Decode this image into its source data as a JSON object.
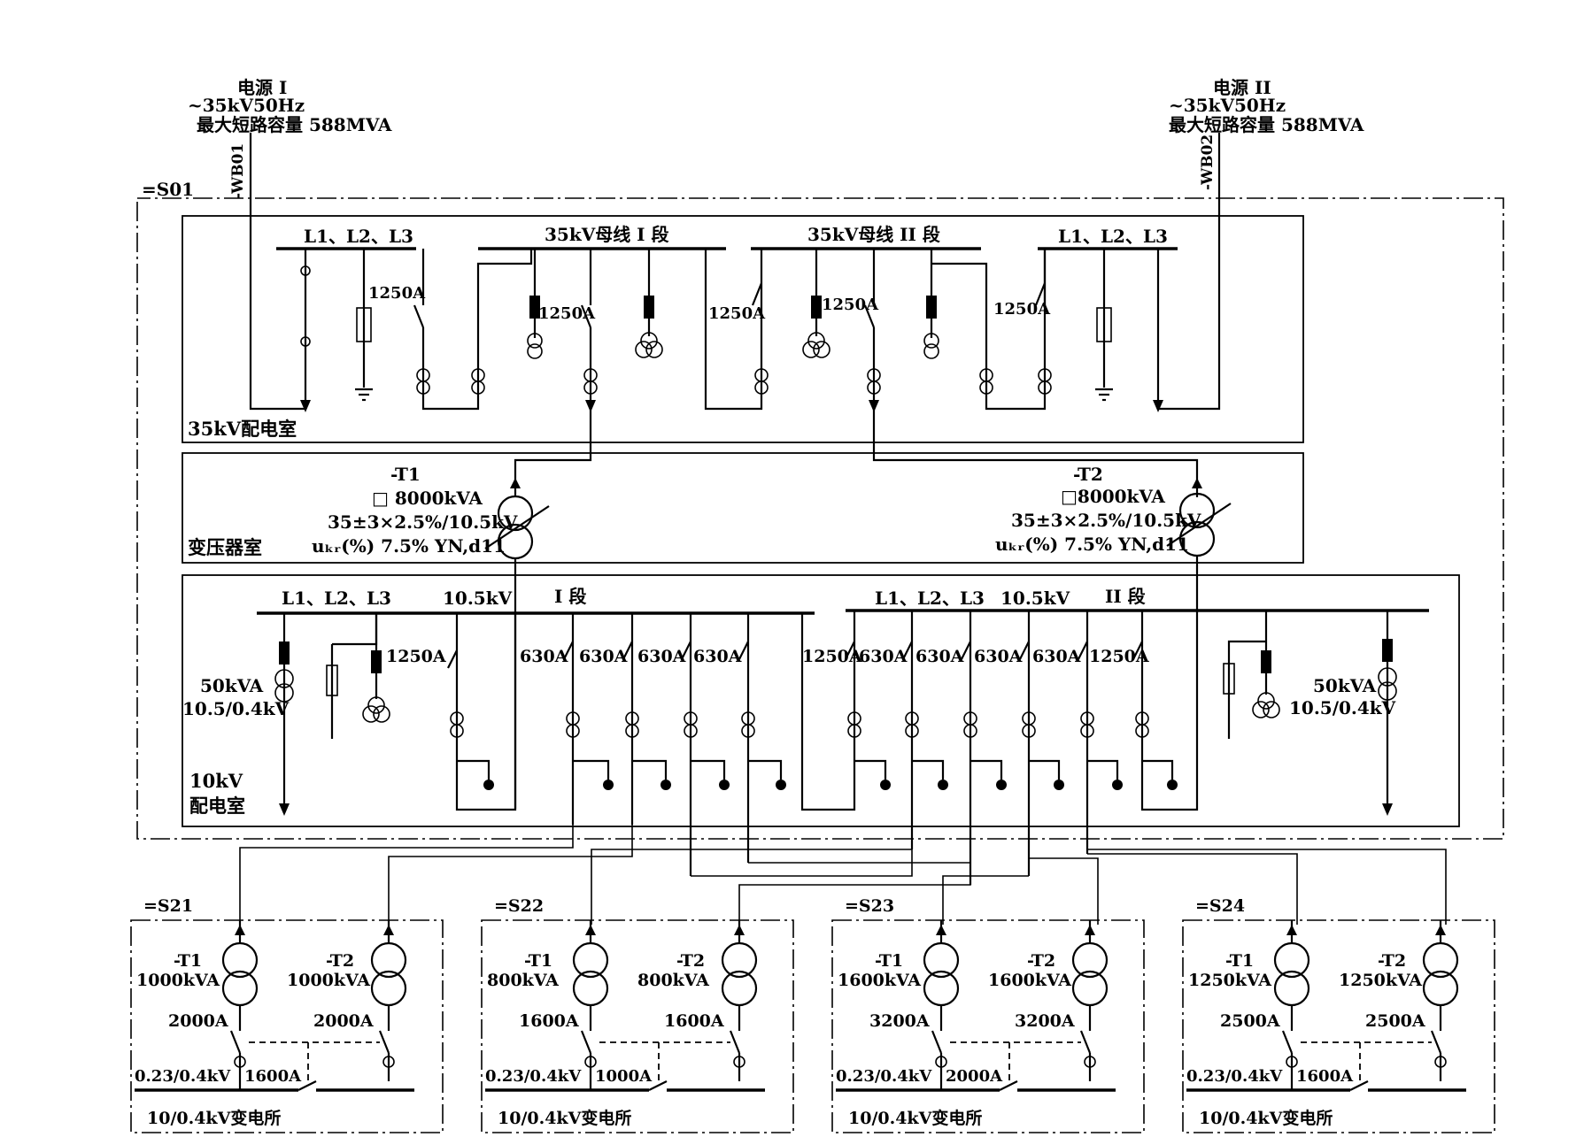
{
  "sources": {
    "s1": {
      "name": "电源 I",
      "voltage": "~35kV50Hz",
      "short_circuit": "最大短路容量 588MVA",
      "line_tag": "-WB01"
    },
    "s2": {
      "name": "电源 II",
      "voltage": "~35kV50Hz",
      "short_circuit": "最大短路容量 588MVA",
      "line_tag": "-WB02"
    }
  },
  "station_tag": "=S01",
  "room35": {
    "name": "35kV配电室",
    "phases_left": "L1、L2、L3",
    "phases_right": "L1、L2、L3",
    "bus1": "35kV母线 I 段",
    "bus2": "35kV母线 II 段",
    "breaker_ratings": [
      "1250A",
      "1250A",
      "1250A",
      "1250A",
      "1250A"
    ]
  },
  "transformer_room": {
    "name": "变压器室",
    "t1": {
      "tag": "-T1",
      "rating": "□ 8000kVA",
      "ratio": "35±3×2.5%/10.5kV",
      "impedance": "uₖᵣ(%) 7.5%  YN,d11"
    },
    "t2": {
      "tag": "-T2",
      "rating": "□8000kVA",
      "ratio": "35±3×2.5%/10.5kV",
      "impedance": "uₖᵣ(%) 7.5%  YN,d11"
    }
  },
  "room10": {
    "name_line1": "10kV",
    "name_line2": "配电室",
    "phases_left": "L1、L2、L3",
    "voltage_left": "10.5kV",
    "bus1": "I 段",
    "phases_right": "L1、L2、L3",
    "voltage_right": "10.5kV",
    "bus2": "II 段",
    "aux_left": {
      "rating": "50kVA",
      "ratio": "10.5/0.4kV"
    },
    "aux_right": {
      "rating": "50kVA",
      "ratio": "10.5/0.4kV"
    },
    "incomer_left": "1250A",
    "tie": "1250A",
    "incomer_right": "1250A",
    "feeder_ratings_left": [
      "630A",
      "630A",
      "630A",
      "630A"
    ],
    "feeder_ratings_right": [
      "630A",
      "630A",
      "630A",
      "630A"
    ]
  },
  "substations": [
    {
      "tag": "=S21",
      "t1_tag": "-T1",
      "t1_rating": "1000kVA",
      "t2_tag": "-T2",
      "t2_rating": "1000kVA",
      "breaker": "2000A",
      "breaker2": "2000A",
      "lv": "0.23/0.4kV",
      "tie": "1600A",
      "name": "10/0.4kV变电所"
    },
    {
      "tag": "=S22",
      "t1_tag": "-T1",
      "t1_rating": "800kVA",
      "t2_tag": "-T2",
      "t2_rating": "800kVA",
      "breaker": "1600A",
      "breaker2": "1600A",
      "lv": "0.23/0.4kV",
      "tie": "1000A",
      "name": "10/0.4kV变电所"
    },
    {
      "tag": "=S23",
      "t1_tag": "-T1",
      "t1_rating": "1600kVA",
      "t2_tag": "-T2",
      "t2_rating": "1600kVA",
      "breaker": "3200A",
      "breaker2": "3200A",
      "lv": "0.23/0.4kV",
      "tie": "2000A",
      "name": "10/0.4kV变电所"
    },
    {
      "tag": "=S24",
      "t1_tag": "-T1",
      "t1_rating": "1250kVA",
      "t2_tag": "-T2",
      "t2_rating": "1250kVA",
      "breaker": "2500A",
      "breaker2": "2500A",
      "lv": "0.23/0.4kV",
      "tie": "1600A",
      "name": "10/0.4kV变电所"
    }
  ]
}
